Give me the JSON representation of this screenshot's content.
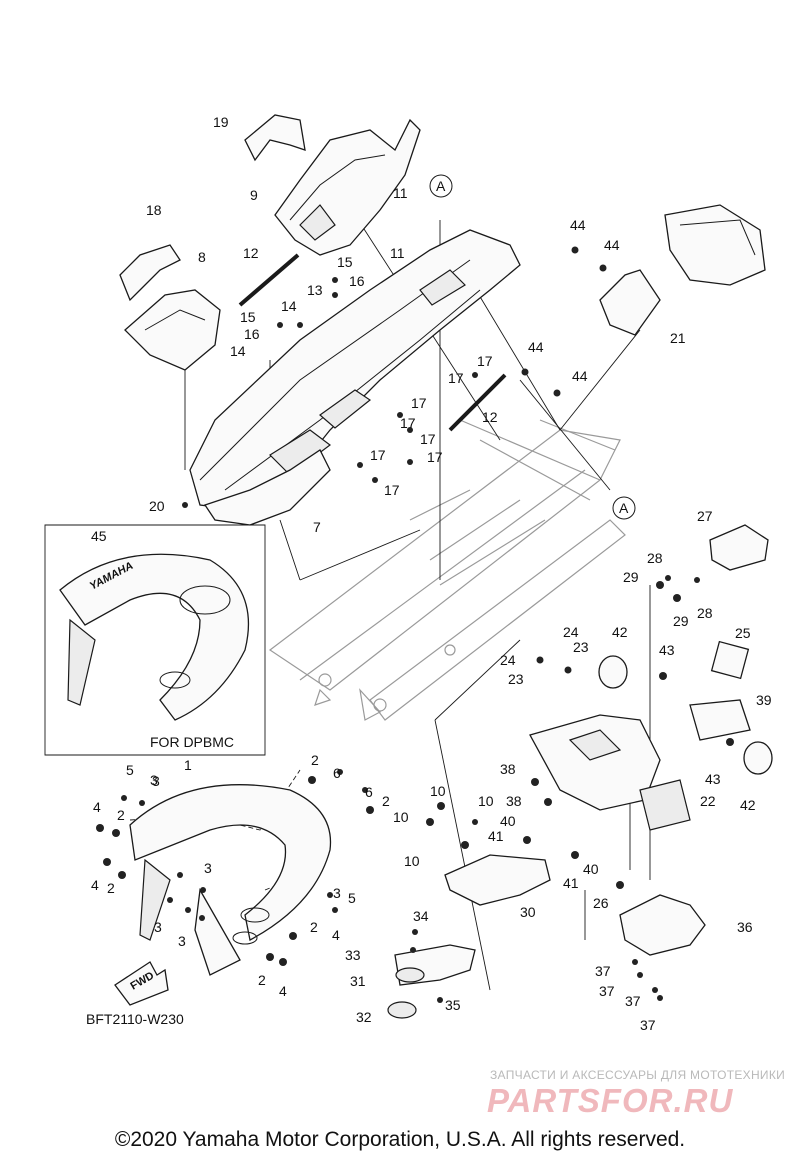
{
  "diagram": {
    "code": "BFT2110-W230",
    "inset_label": "FOR DPBMC",
    "fwd_label": "FWD",
    "brand_mark": "YAMAHA",
    "ref_mark": "A",
    "callouts": [
      "1",
      "2",
      "3",
      "4",
      "5",
      "6",
      "7",
      "8",
      "9",
      "10",
      "11",
      "12",
      "13",
      "14",
      "15",
      "16",
      "17",
      "18",
      "19",
      "20",
      "21",
      "22",
      "23",
      "24",
      "25",
      "26",
      "27",
      "28",
      "29",
      "30",
      "31",
      "32",
      "33",
      "34",
      "35",
      "36",
      "37",
      "38",
      "39",
      "40",
      "41",
      "42",
      "43",
      "44",
      "45"
    ]
  },
  "watermark": {
    "subtitle": "ЗАПЧАСТИ И АКСЕССУАРЫ ДЛЯ МОТОТЕХНИКИ",
    "logo": "PARTSFOR.RU"
  },
  "footer": {
    "copyright": "©2020 Yamaha Motor Corporation, U.S.A. All rights reserved."
  }
}
